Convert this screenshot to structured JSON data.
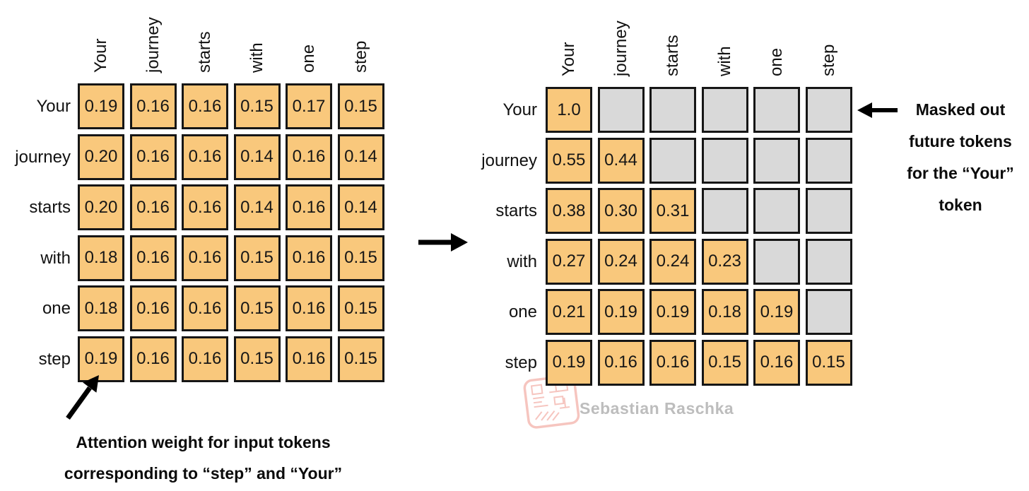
{
  "figure": {
    "tokens": [
      "Your",
      "journey",
      "starts",
      "with",
      "one",
      "step"
    ],
    "left_matrix": {
      "title": "attention-weights",
      "rows": [
        [
          "0.19",
          "0.16",
          "0.16",
          "0.15",
          "0.17",
          "0.15"
        ],
        [
          "0.20",
          "0.16",
          "0.16",
          "0.14",
          "0.16",
          "0.14"
        ],
        [
          "0.20",
          "0.16",
          "0.16",
          "0.14",
          "0.16",
          "0.14"
        ],
        [
          "0.18",
          "0.16",
          "0.16",
          "0.15",
          "0.16",
          "0.15"
        ],
        [
          "0.18",
          "0.16",
          "0.16",
          "0.15",
          "0.16",
          "0.15"
        ],
        [
          "0.19",
          "0.16",
          "0.16",
          "0.15",
          "0.16",
          "0.15"
        ]
      ]
    },
    "right_matrix": {
      "title": "masked-attention-weights",
      "rows": [
        [
          "1.0",
          null,
          null,
          null,
          null,
          null
        ],
        [
          "0.55",
          "0.44",
          null,
          null,
          null,
          null
        ],
        [
          "0.38",
          "0.30",
          "0.31",
          null,
          null,
          null
        ],
        [
          "0.27",
          "0.24",
          "0.24",
          "0.23",
          null,
          null
        ],
        [
          "0.21",
          "0.19",
          "0.19",
          "0.18",
          "0.19",
          null
        ],
        [
          "0.19",
          "0.16",
          "0.16",
          "0.15",
          "0.16",
          "0.15"
        ]
      ]
    },
    "annotations": {
      "left_lines": [
        "Attention weight for input tokens",
        "corresponding to “step” and “Your”"
      ],
      "right_lines": [
        "Masked out",
        "future tokens",
        "for the “Your”",
        "token"
      ]
    },
    "watermark": {
      "text": "Sebastian Raschka"
    },
    "colors": {
      "cell_fill": "#F9C87C",
      "masked_fill": "#D9D9D9",
      "cell_border": "#161616",
      "watermark_text": "#BDBDBD",
      "watermark_stamp": "#EF968C"
    }
  }
}
